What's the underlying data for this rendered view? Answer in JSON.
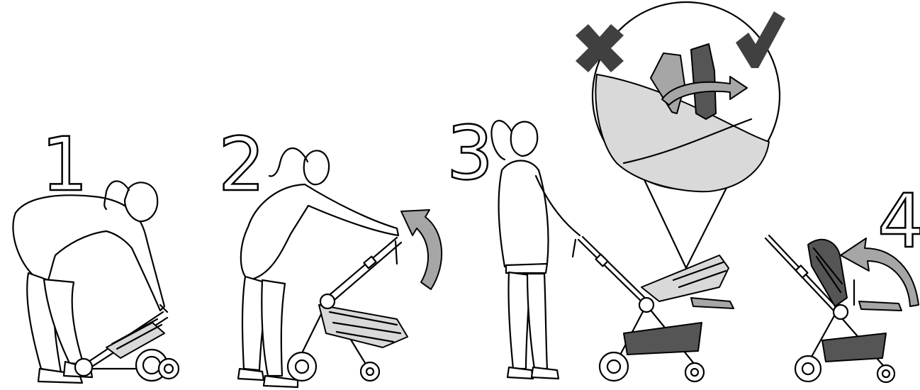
{
  "steps": [
    {
      "number": "1"
    },
    {
      "number": "2"
    },
    {
      "number": "3"
    },
    {
      "number": "4"
    }
  ],
  "detail_callout": {
    "wrong_mark": "cross-icon",
    "right_mark": "check-icon"
  },
  "colors": {
    "line": "#000000",
    "arrow_fill": "#a6a6a6",
    "seat_light": "#d9d9d9",
    "seat_dark": "#555555",
    "mark": "#404040"
  }
}
